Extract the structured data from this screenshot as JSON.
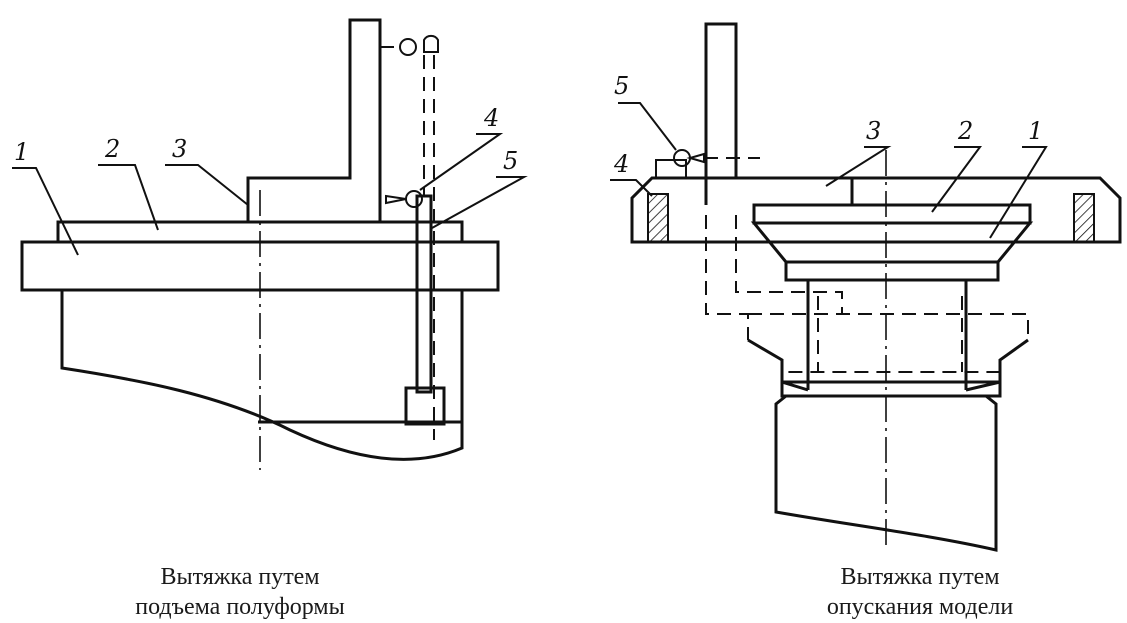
{
  "left_view": {
    "callouts": [
      "1",
      "2",
      "3",
      "4",
      "5"
    ],
    "caption": [
      "Вытяжка путем",
      "подъема полуформы"
    ]
  },
  "right_view": {
    "callouts": [
      "5",
      "3",
      "2",
      "1",
      "4"
    ],
    "caption": [
      "Вытяжка путем",
      "опускания модели"
    ]
  }
}
